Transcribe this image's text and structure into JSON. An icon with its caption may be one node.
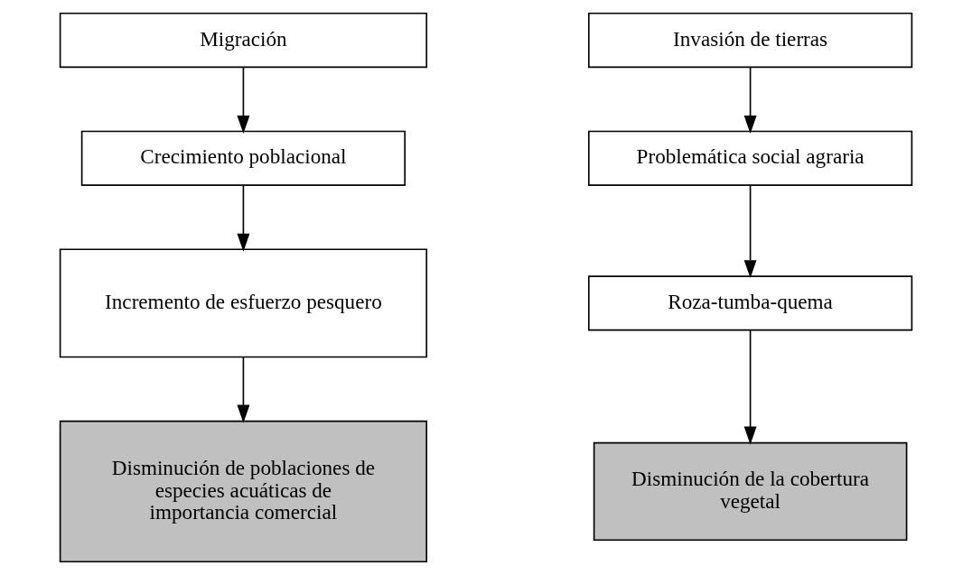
{
  "diagram": {
    "nodes": [
      {
        "text": [
          "Migración"
        ]
      },
      {
        "text": [
          "Crecimiento poblacional"
        ]
      },
      {
        "text": [
          "Incremento de esfuerzo pesquero"
        ]
      },
      {
        "text": [
          "Disminución de poblaciones de especies acuáticas de importancia comercial"
        ]
      },
      {
        "text": [
          "Invasión de tierras"
        ]
      },
      {
        "text": [
          "Problemática social agraria"
        ]
      },
      {
        "text": [
          "Roza-tumba-quema"
        ]
      },
      {
        "text": [
          "Disminución de la cobertura vegetal"
        ]
      }
    ],
    "edges": [
      {
        "from": 0,
        "to": 1,
        "arrow": "to"
      },
      {
        "from": 1,
        "to": 2,
        "arrow": "to"
      },
      {
        "from": 2,
        "to": 3,
        "arrow": "to"
      },
      {
        "from": 4,
        "to": 5,
        "arrow": "to"
      },
      {
        "from": 5,
        "to": 6,
        "arrow": "to"
      },
      {
        "from": 6,
        "to": 7,
        "arrow": "to"
      }
    ]
  }
}
